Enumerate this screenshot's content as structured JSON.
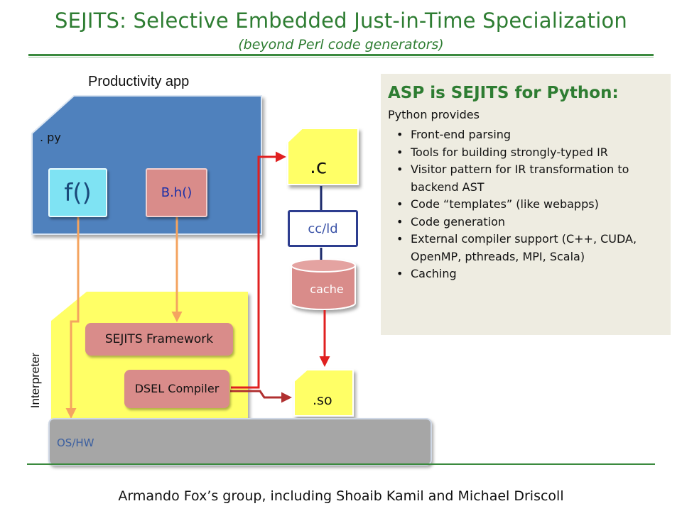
{
  "title": "SEJITS: Selective Embedded Just-in-Time Specialization",
  "subtitle": "(beyond Perl code generators)",
  "diagram": {
    "app_label": "Productivity app",
    "py_label": ". py",
    "f_label": "f()",
    "bh_label": "B.h()",
    "c_label": ".c",
    "ccld_label": "cc/ld",
    "cache_label": "cache",
    "so_label": ".so",
    "sejits_label": "SEJITS Framework",
    "dsel_label": "DSEL Compiler",
    "interpreter_label": "Interpreter",
    "oshw_label": "OS/HW"
  },
  "asp": {
    "title": "ASP is SEJITS for Python:",
    "subtitle": "Python provides",
    "items": [
      "Front-end parsing",
      "Tools for building strongly-typed IR",
      "Visitor pattern for IR transformation to backend AST",
      "Code “templates” (like webapps)",
      "Code generation",
      "External compiler support (C++, CUDA, OpenMP, pthreads, MPI, Scala)",
      "Caching"
    ]
  },
  "footer": "Armando Fox’s group, including Shoaib Kamil and Michael Driscoll",
  "colors": {
    "title_green": "#2e7d32",
    "app_blue": "#4f81bd",
    "interpreter_yellow": "#ffff66",
    "f_cyan": "#7fe3f3",
    "framework_pink": "#d98c8a",
    "arrow_orange": "#f4a460",
    "arrow_red": "#e02020"
  }
}
